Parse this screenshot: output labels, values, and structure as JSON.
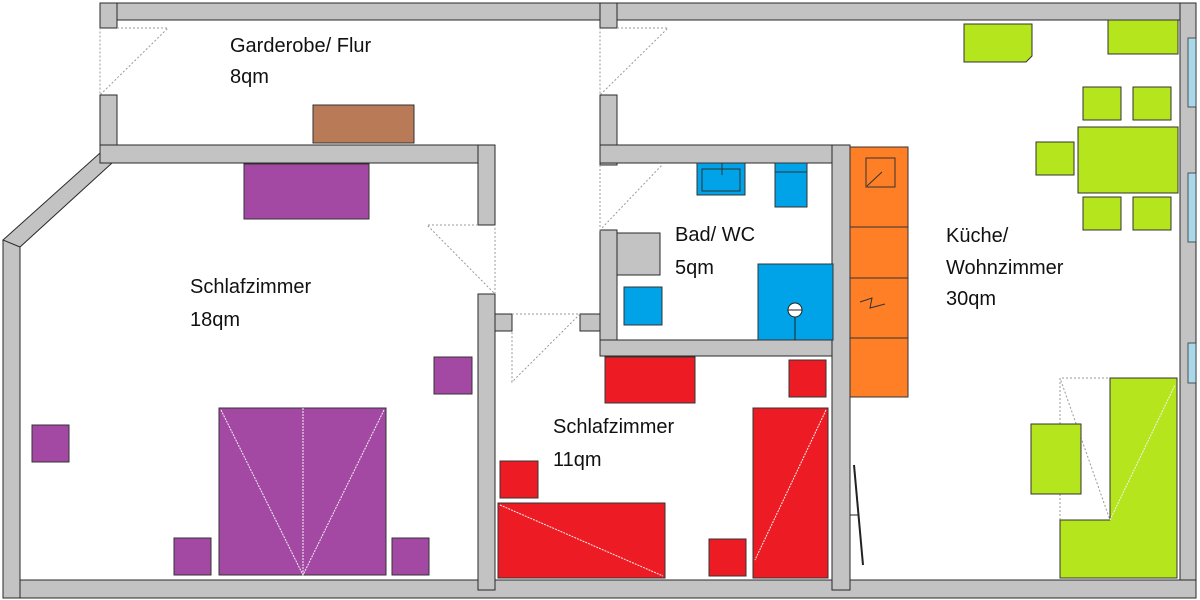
{
  "rooms": [
    {
      "name": "Garderobe/ Flur",
      "area": "8qm"
    },
    {
      "name": "Schlafzimmer",
      "area": "18qm"
    },
    {
      "name": "Bad/ WC",
      "area": "5qm"
    },
    {
      "name": "Schlafzimmer",
      "area": "11qm"
    },
    {
      "name_line1": "Küche/",
      "name_line2": "Wohnzimmer",
      "area": "30qm"
    }
  ],
  "colors": {
    "wall": "#c3c3c3",
    "window": "#a8d8ea",
    "hall_furniture": "#b97a57",
    "bedroom_large": "#a349a4",
    "bedroom_small": "#ed1c24",
    "bathroom": "#00a2e8",
    "kitchen_unit": "#ff7f27",
    "living": "#b5e61d"
  }
}
